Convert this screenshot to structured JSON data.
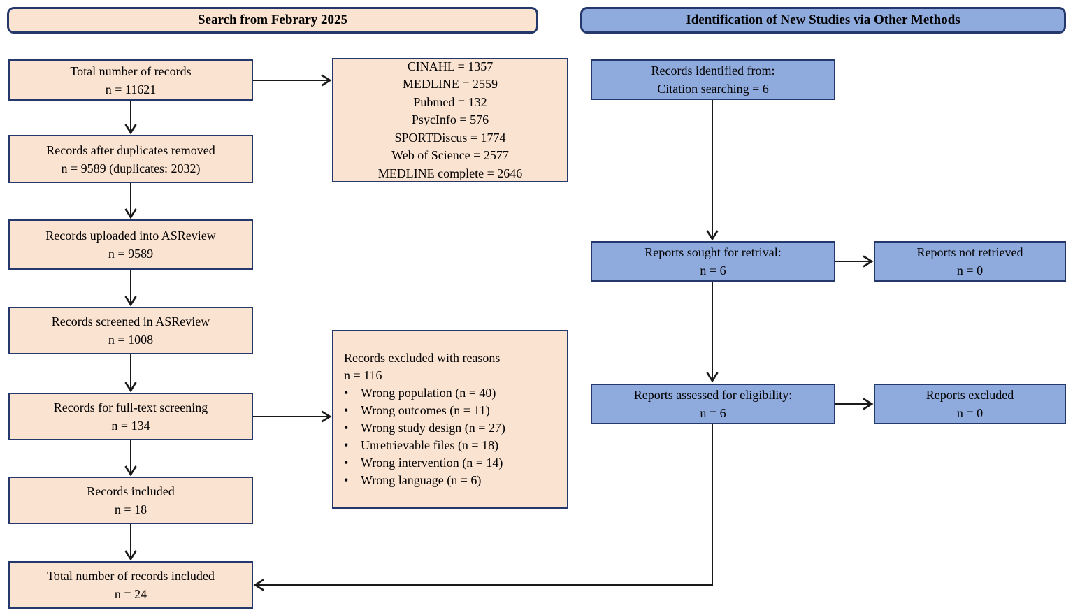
{
  "header_left": {
    "title": "Search from Febrary 2025"
  },
  "header_right": {
    "title": "Identification of New Studies via Other Methods"
  },
  "left_column": {
    "boxes": [
      {
        "line1": "Total number of records",
        "line2": "n = 11621"
      },
      {
        "line1": "Records after duplicates removed",
        "line2": "n = 9589 (duplicates: 2032)"
      },
      {
        "line1": "Records uploaded into ASReview",
        "line2": "n = 9589"
      },
      {
        "line1": "Records screened in ASReview",
        "line2": "n = 1008"
      },
      {
        "line1": "Records for full-text screening",
        "line2": "n = 134"
      },
      {
        "line1": "Records included",
        "line2": "n = 18"
      },
      {
        "line1": "Total number of records included",
        "line2": "n = 24"
      }
    ]
  },
  "databases_box": {
    "lines": [
      "CINAHL = 1357",
      "MEDLINE = 2559",
      "Pubmed = 132",
      "PsycInfo = 576",
      "SPORTDiscus = 1774",
      "Web of Science = 2577",
      "MEDLINE complete = 2646"
    ]
  },
  "excluded_box": {
    "title": "Records excluded with reasons",
    "count": "n = 116",
    "bullet": "•",
    "items": [
      "Wrong population (n = 40)",
      "Wrong outcomes (n = 11)",
      "Wrong study design (n = 27)",
      "Unretrievable files (n = 18)",
      "Wrong intervention (n = 14)",
      "Wrong language (n = 6)"
    ]
  },
  "right_column": {
    "boxes": [
      {
        "line1": "Records identified from:",
        "line2": "Citation searching = 6"
      },
      {
        "line1": "Reports sought for retrival:",
        "line2": "n = 6"
      },
      {
        "line1": "Reports not retrieved",
        "line2": "n = 0"
      },
      {
        "line1": "Reports assessed for eligibility:",
        "line2": "n = 6"
      },
      {
        "line1": "Reports excluded",
        "line2": "n = 0"
      }
    ]
  },
  "colors": {
    "peach_fill": "#fbe3d1",
    "blue_fill": "#8faadc",
    "border": "#24386b",
    "arrow": "#1a1a1a"
  }
}
